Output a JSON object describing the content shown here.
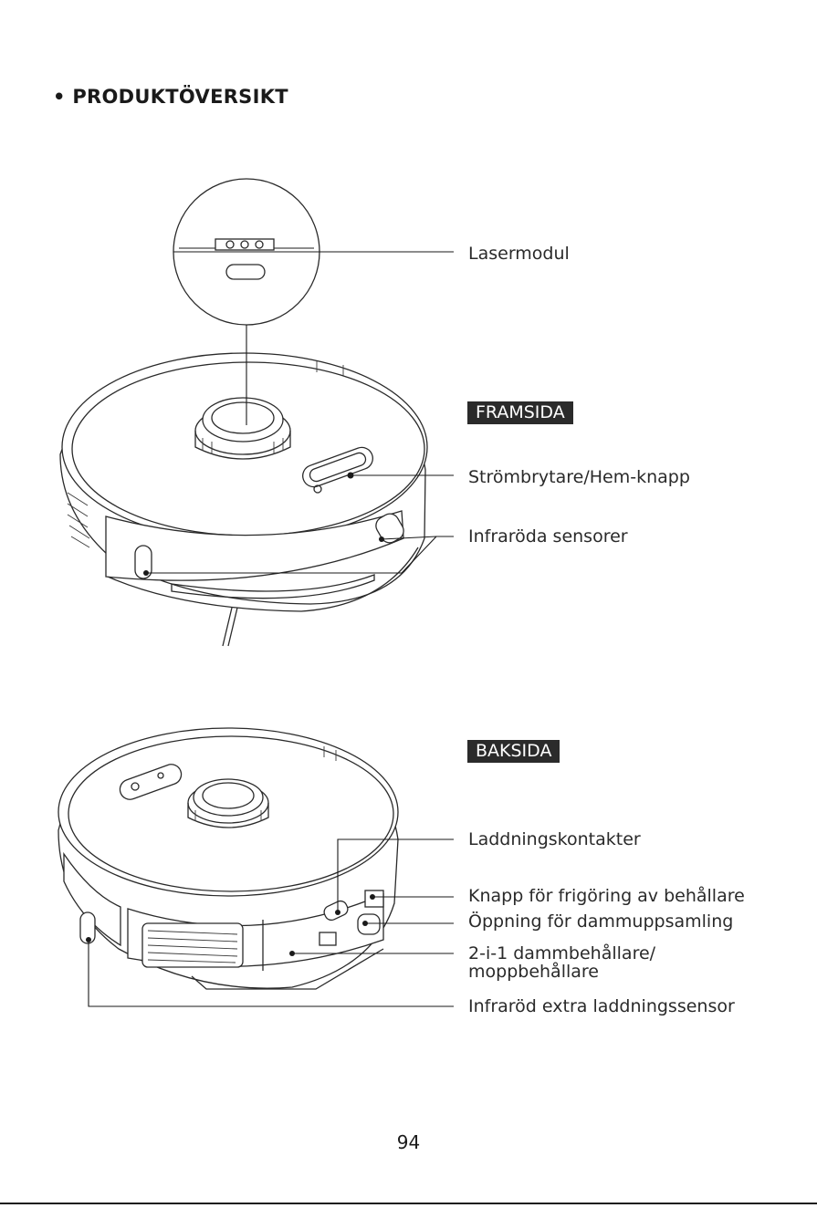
{
  "heading": "• PRODUKTÖVERSIKT",
  "sections": {
    "front": "FRAMSIDA",
    "back": "BAKSIDA"
  },
  "labels": {
    "laser_module": "Lasermodul",
    "power_home": "Strömbrytare/Hem-knapp",
    "ir_sensors": "Infraröda sensorer",
    "charging_contacts": "Laddningskontakter",
    "bin_release": "Knapp för frigöring av behållare",
    "dust_opening": "Öppning för dammuppsamling",
    "bin_line1": "2-i-1 dammbehållare/",
    "bin_line2": "moppbehållare",
    "ir_charging_sensor": "Infraröd extra laddningssensor"
  },
  "page_number": "94"
}
